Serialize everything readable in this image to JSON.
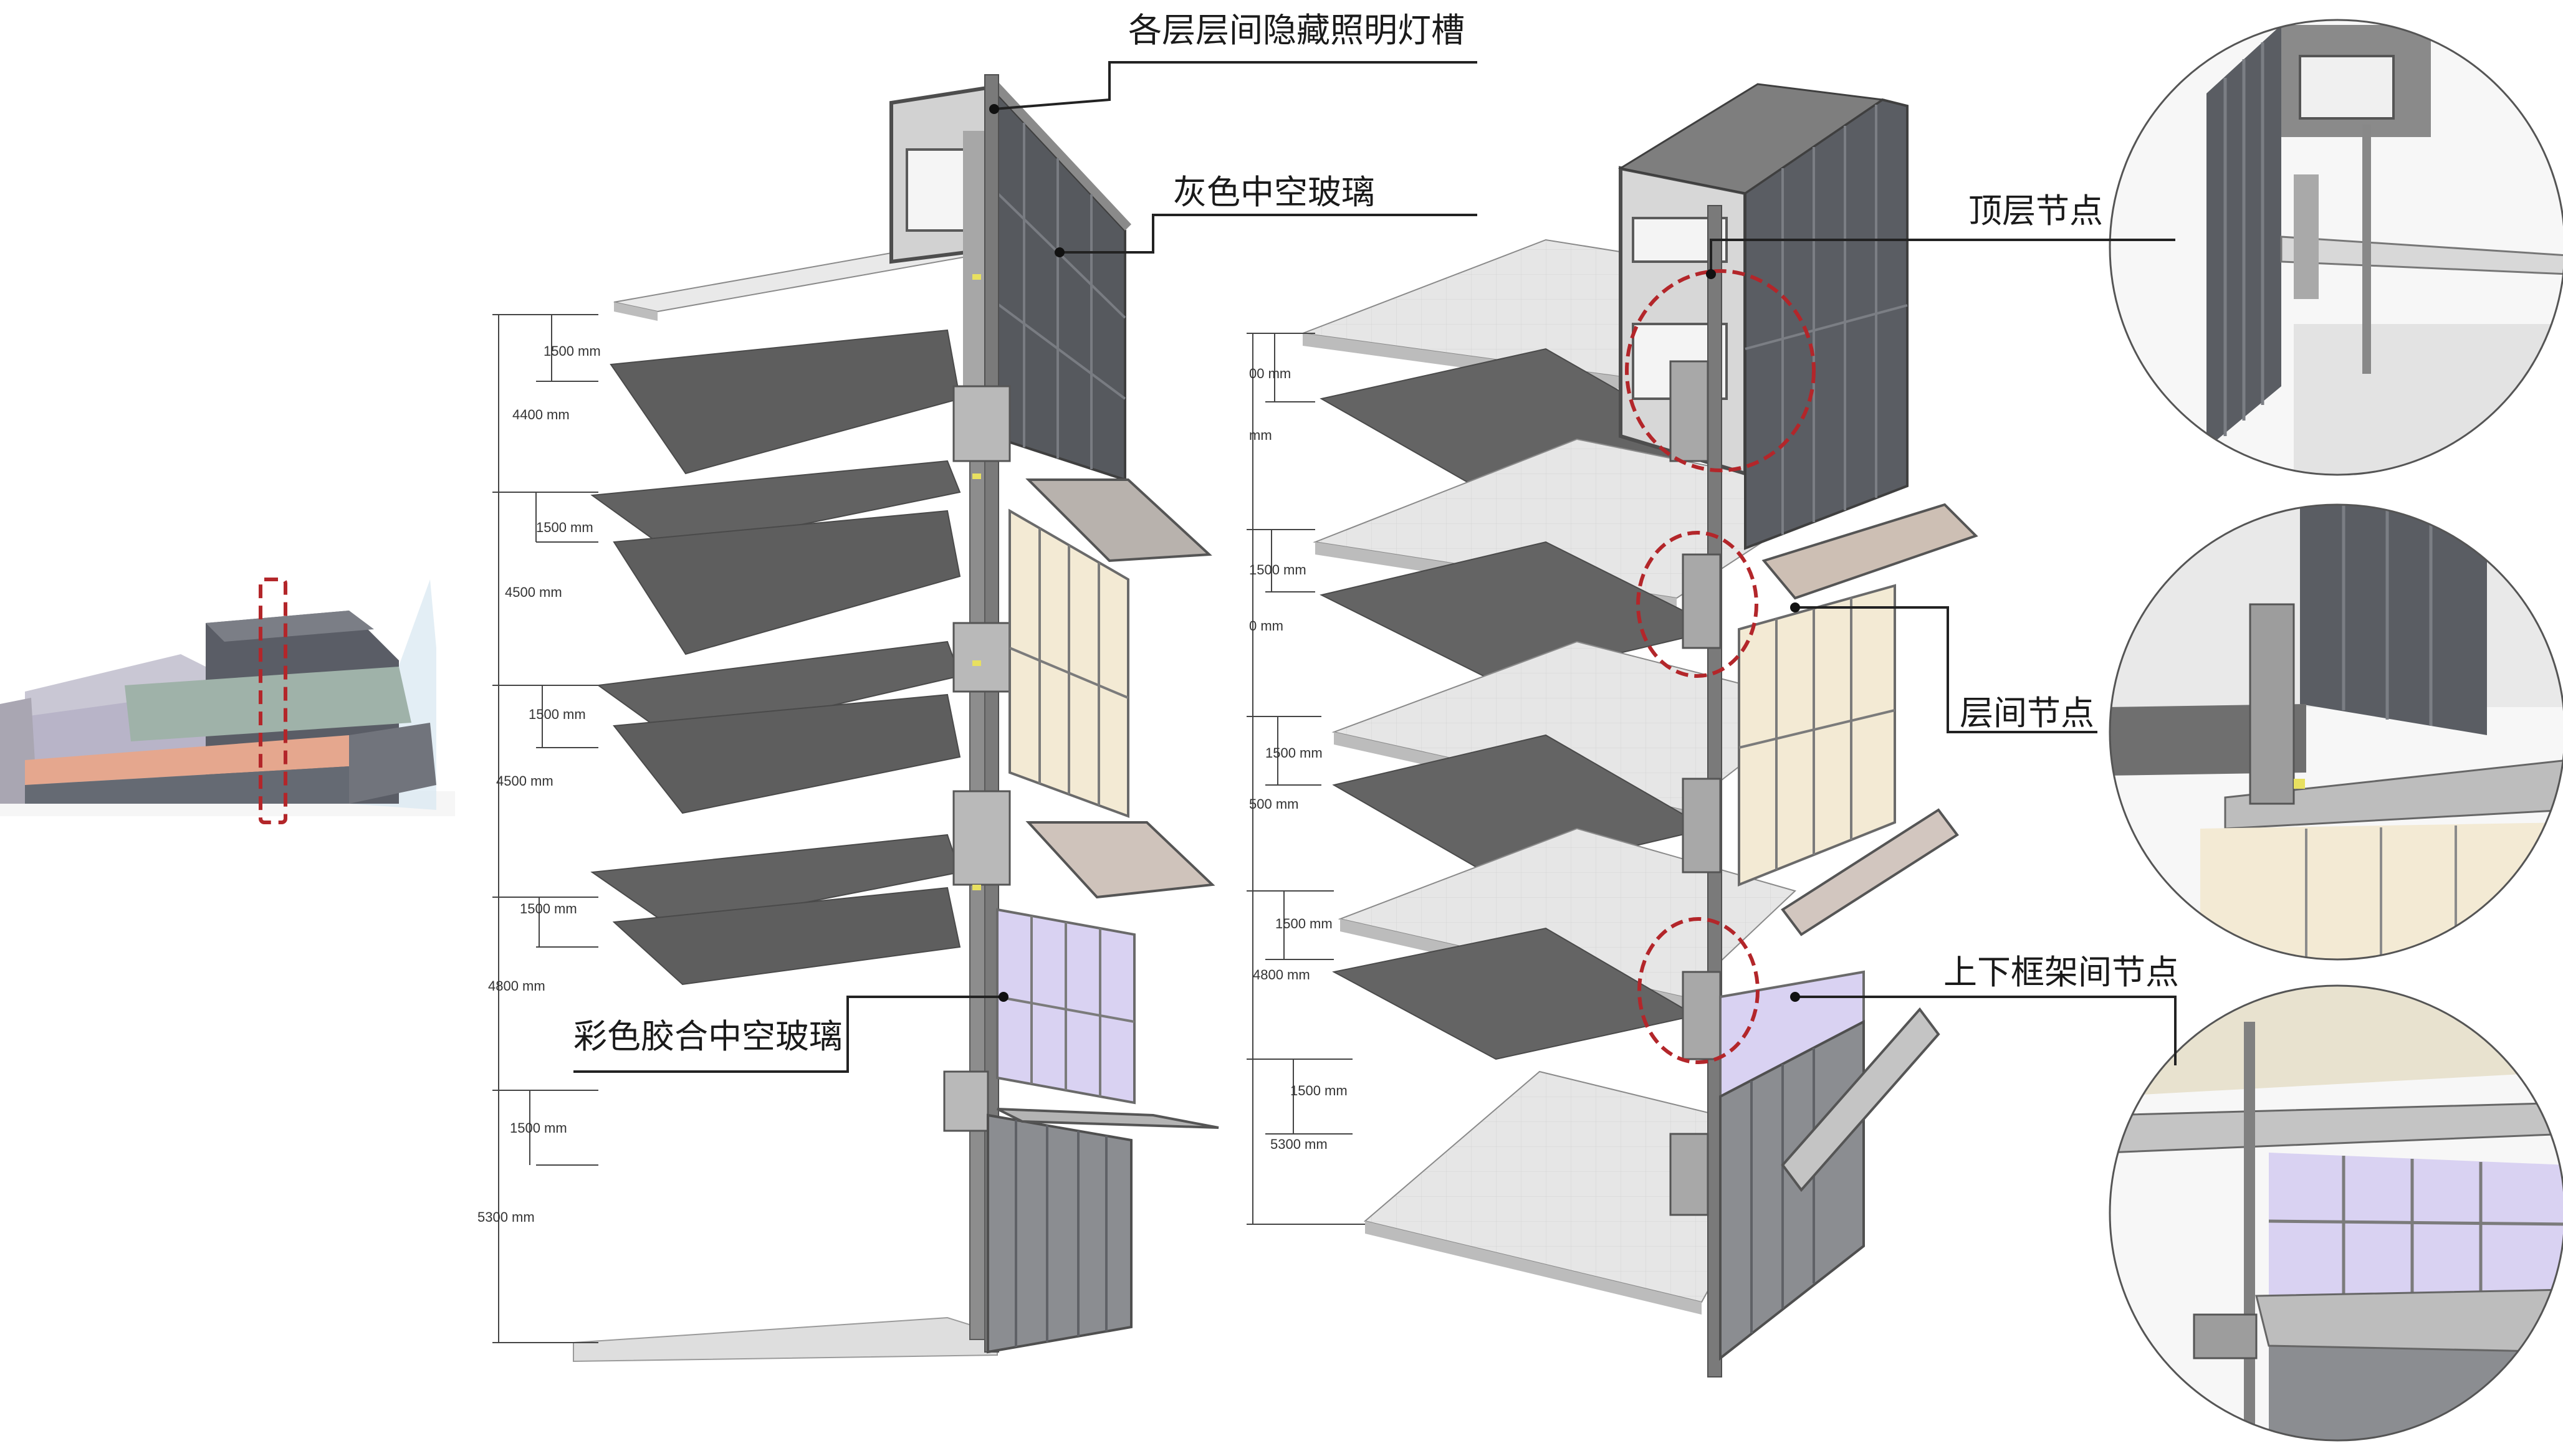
{
  "labels": {
    "lighting_slot": "各层层间隐藏照明灯槽",
    "gray_glass": "灰色中空玻璃",
    "colored_glass": "彩色胶合中空玻璃",
    "top_node": "顶层节点",
    "floor_node": "层间节点",
    "frame_node": "上下框架间节点"
  },
  "dims_left": [
    "1500 mm",
    "4400 mm",
    "1500 mm",
    "4500 mm",
    "1500 mm",
    "4500 mm",
    "1500 mm",
    "4800 mm",
    "1500 mm",
    "5300 mm"
  ],
  "dims_right": [
    "00 mm",
    "mm",
    "1500 mm",
    "0 mm",
    "1500 mm",
    "500 mm",
    "1500 mm",
    "4800 mm",
    "1500 mm",
    "5300 mm"
  ],
  "colors": {
    "slab_dark": "#5e5e5e",
    "slab_light": "#e4e4e4",
    "frame": "#6f6f6f",
    "gray_glass": "#56595e",
    "cream_glass": "#f3ead4",
    "purple_glass": "#d9d2f2",
    "callout_circle": "#b3262a",
    "leader": "#222222"
  }
}
